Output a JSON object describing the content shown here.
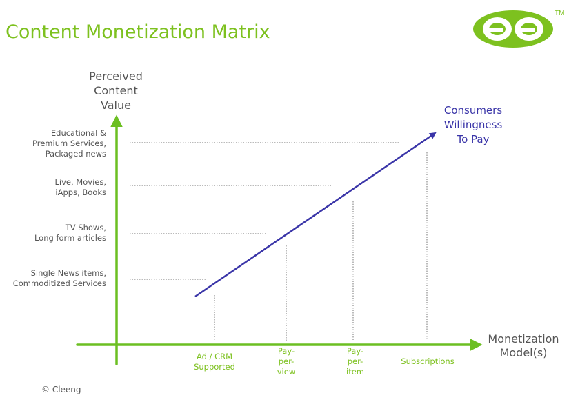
{
  "title": "Content Monetization Matrix",
  "logo": {
    "icon": "cleeng-logo-icon",
    "trademark": "TM"
  },
  "axes": {
    "y_title": [
      "Perceived",
      "Content",
      "Value"
    ],
    "x_title": [
      "Monetization",
      "Model(s)"
    ]
  },
  "y_levels": [
    {
      "lines": [
        "Educational &",
        "Premium Services,",
        "Packaged news"
      ]
    },
    {
      "lines": [
        "Live, Movies,",
        "iApps, Books"
      ]
    },
    {
      "lines": [
        "TV Shows,",
        "Long form articles"
      ]
    },
    {
      "lines": [
        "Single News items,",
        "Commoditized Services"
      ]
    }
  ],
  "x_levels": [
    {
      "lines": [
        "Ad / CRM",
        "Supported"
      ]
    },
    {
      "lines": [
        "Pay-",
        "per-",
        "view"
      ]
    },
    {
      "lines": [
        "Pay-",
        "per-",
        "item"
      ]
    },
    {
      "lines": [
        "Subscriptions"
      ]
    }
  ],
  "trend": {
    "lines": [
      "Consumers",
      "Willingness",
      "To Pay"
    ]
  },
  "colors": {
    "accent_green": "#7dc11f",
    "axis_green": "#6cbf22",
    "trend_purple": "#3a35a8",
    "text_gray": "#555555"
  },
  "copyright": "© Cleeng"
}
